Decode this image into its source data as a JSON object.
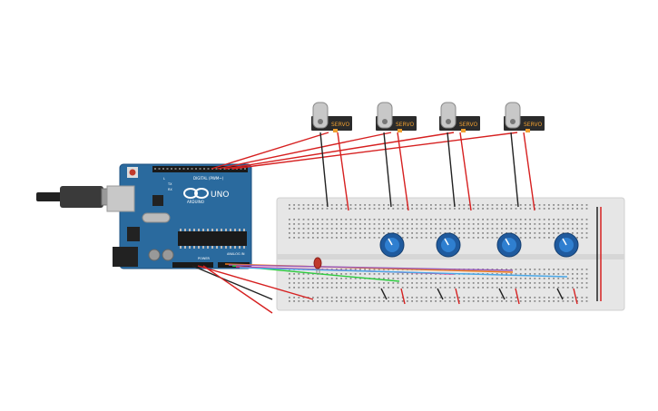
{
  "arduino": {
    "brand": "ARDUINO",
    "model": "UNO",
    "digital_label": "DIGITAL (PWM~)",
    "power_label": "POWER",
    "analog_label": "ANALOG IN",
    "tx_label": "TX",
    "rx_label": "RX",
    "l_label": "L",
    "board_color": "#2a6a9e"
  },
  "servos": [
    {
      "label": "SERVO"
    },
    {
      "label": "SERVO"
    },
    {
      "label": "SERVO"
    },
    {
      "label": "SERVO"
    }
  ],
  "potentiometers": 4,
  "led": {
    "color": "#c0392b"
  },
  "wire_colors": {
    "power": "#d62020",
    "ground": "#222222",
    "analog": [
      "#f07a1a",
      "#9b59b6",
      "#2ecc40",
      "#e81e8c",
      "#4aa8e8"
    ]
  },
  "breadboard": {
    "color": "#e6e6e6"
  }
}
